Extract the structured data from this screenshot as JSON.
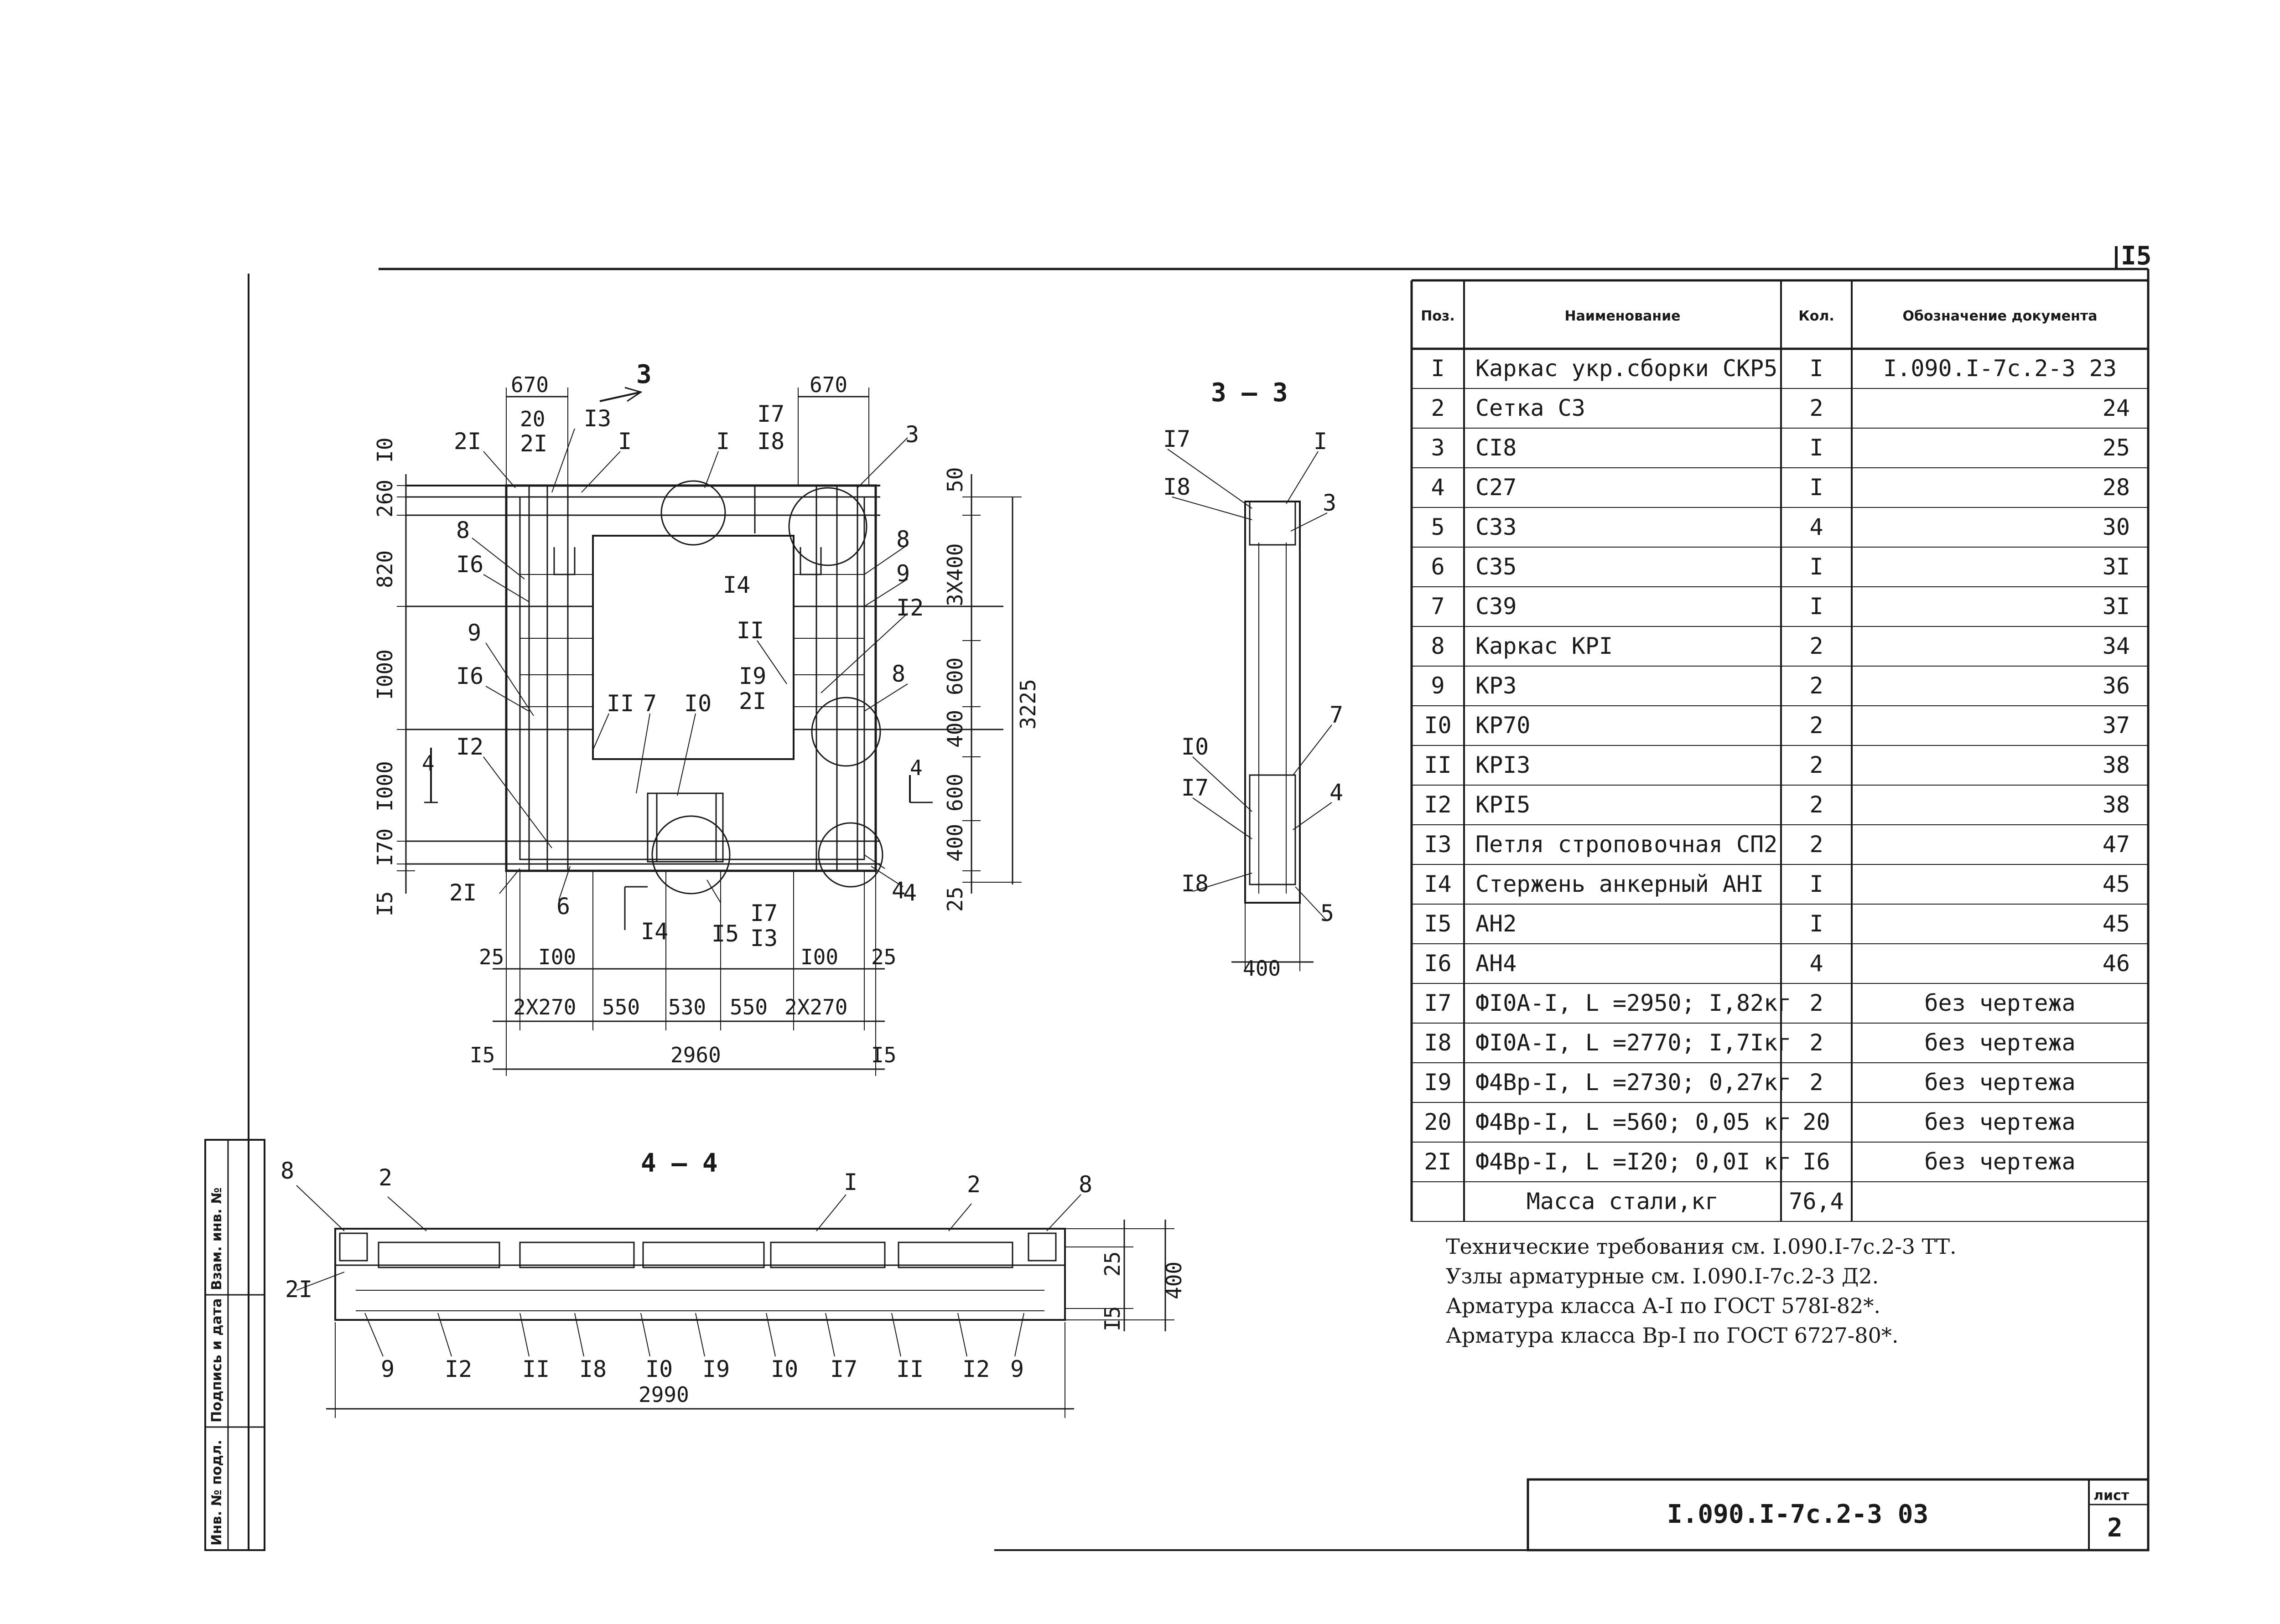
{
  "sheet": {
    "corner_mark": "I5",
    "sheet_label": "лист",
    "sheet_no": "2",
    "doc_code": "I.090.I-7c.2-3 03"
  },
  "stamp": {
    "cells": [
      "Инв. № подл.",
      "Подпись и дата",
      "Взам. инв. №"
    ]
  },
  "plan": {
    "section_mark": "3",
    "top_dims": [
      "670",
      "670",
      "20"
    ],
    "left_dims": [
      "I0",
      "260",
      "820",
      "I000",
      "I000",
      "I70",
      "I5"
    ],
    "right_dims": [
      "50",
      "3X400",
      "600",
      "400",
      "600",
      "400",
      "25"
    ],
    "overall_height": "3225",
    "bottom_dims_row1": [
      "25",
      "I00",
      "I00",
      "25"
    ],
    "bottom_dims_row2": [
      "2X270",
      "550",
      "530",
      "550",
      "2X270"
    ],
    "bottom_total": "2960",
    "bottom_offsets": [
      "I5",
      "I5"
    ],
    "cut_mark": "4",
    "callouts": [
      "2I",
      "2I",
      "I3",
      "I",
      "I",
      "I7",
      "I8",
      "3",
      "8",
      "I6",
      "9",
      "I6",
      "I2",
      "2I",
      "6",
      "I4",
      "I5",
      "I7",
      "I3",
      "4",
      "I4",
      "I2",
      "9",
      "8",
      "II",
      "I9",
      "2I",
      "II",
      "7",
      "I0",
      "8",
      "4"
    ]
  },
  "section33": {
    "title": "3 – 3",
    "width_dim": "400",
    "callouts": [
      "I7",
      "I",
      "I8",
      "3",
      "7",
      "I0",
      "4",
      "I7",
      "I8",
      "5"
    ]
  },
  "section44": {
    "title": "4 – 4",
    "top_callouts": [
      "8",
      "2",
      "I",
      "2",
      "8"
    ],
    "side_callouts": [
      "2I"
    ],
    "bottom_callouts": [
      "9",
      "I2",
      "II",
      "I8",
      "I0",
      "I9",
      "I0",
      "I7",
      "II",
      "I2",
      "9"
    ],
    "right_dims": [
      "25",
      "400",
      "I5"
    ],
    "total_length": "2990"
  },
  "spec_table": {
    "headers": [
      "Поз.",
      "Наименование",
      "Кол.",
      "Обозначение документа"
    ],
    "rows": [
      [
        "I",
        "Каркас укр.сборки СКР5",
        "I",
        "I.090.I-7c.2-3 23"
      ],
      [
        "2",
        "Сетка С3",
        "2",
        "24"
      ],
      [
        "3",
        "СI8",
        "I",
        "25"
      ],
      [
        "4",
        "С27",
        "I",
        "28"
      ],
      [
        "5",
        "С33",
        "4",
        "30"
      ],
      [
        "6",
        "С35",
        "I",
        "3I"
      ],
      [
        "7",
        "С39",
        "I",
        "3I"
      ],
      [
        "8",
        "Каркас КРI",
        "2",
        "34"
      ],
      [
        "9",
        "КР3",
        "2",
        "36"
      ],
      [
        "I0",
        "КР70",
        "2",
        "37"
      ],
      [
        "II",
        "КРI3",
        "2",
        "38"
      ],
      [
        "I2",
        "КРI5",
        "2",
        "38"
      ],
      [
        "I3",
        "Петля строповочная СП2",
        "2",
        "47"
      ],
      [
        "I4",
        "Стержень анкерный АНI",
        "I",
        "45"
      ],
      [
        "I5",
        "АН2",
        "I",
        "45"
      ],
      [
        "I6",
        "АН4",
        "4",
        "46"
      ],
      [
        "I7",
        "ФI0А-I, L =2950; I,82кг",
        "2",
        "без чертежа"
      ],
      [
        "I8",
        "ФI0А-I, L =2770; I,7Iкг",
        "2",
        "без чертежа"
      ],
      [
        "I9",
        "Ф4Вр-I, L =2730; 0,27кг",
        "2",
        "без чертежа"
      ],
      [
        "20",
        "Ф4Вр-I, L =560; 0,05 кг",
        "20",
        "без чертежа"
      ],
      [
        "2I",
        "Ф4Вр-I, L =I20; 0,0I кг",
        "I6",
        "без чертежа"
      ]
    ],
    "total_label": "Масса стали,кг",
    "total_value": "76,4"
  },
  "notes": [
    "Технические требования см. I.090.I-7c.2-3 ТТ.",
    "Узлы арматурные см. I.090.I-7c.2-3 Д2.",
    "Арматура класса А-I по ГОСТ 578I-82*.",
    "Арматура класса Вр-I по ГОСТ 6727-80*."
  ]
}
